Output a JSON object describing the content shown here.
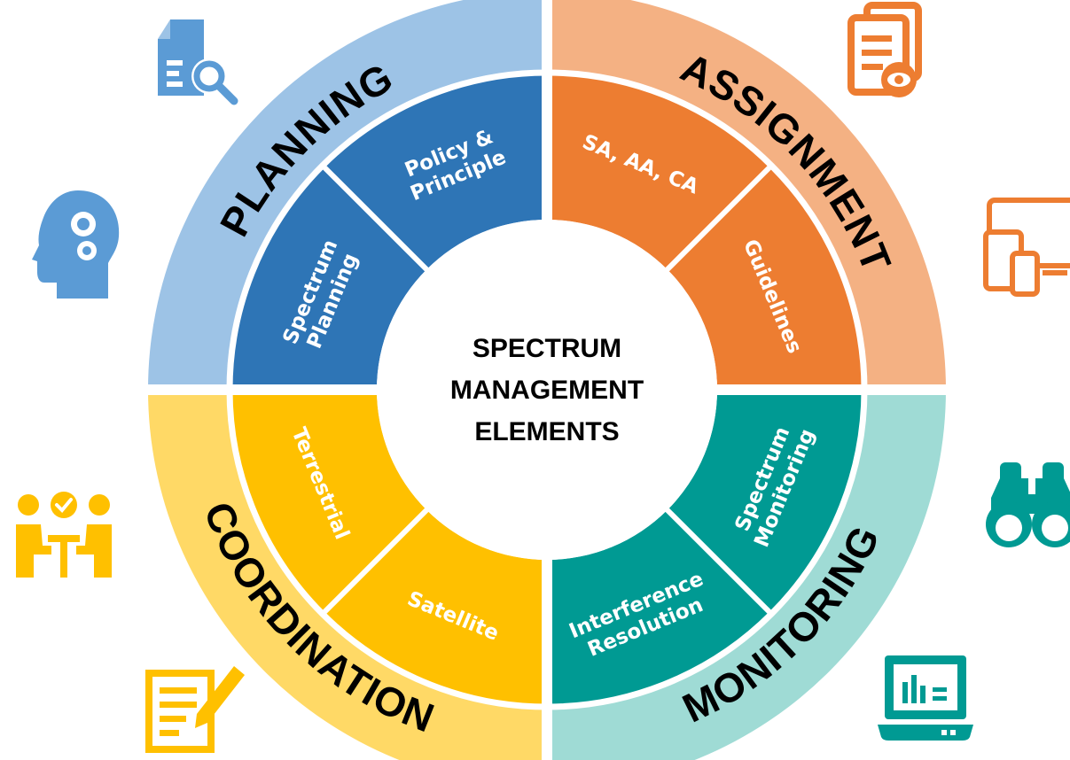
{
  "center": {
    "lines": [
      "SPECTRUM",
      "MANAGEMENT",
      "ELEMENTS"
    ]
  },
  "quadrants": [
    {
      "id": "planning",
      "label": "PLANNING",
      "outer_color": "#9DC3E6",
      "inner_color": "#2E75B6",
      "icon_color": "#5B9BD5",
      "segments": [
        {
          "lines": [
            "Spectrum",
            "Planning"
          ]
        },
        {
          "lines": [
            "Policy &",
            "Principle"
          ]
        }
      ],
      "icons": [
        "document-search-icon",
        "head-gears-icon"
      ]
    },
    {
      "id": "assignment",
      "label": "ASSIGNMENT",
      "outer_color": "#F4B183",
      "inner_color": "#ED7D31",
      "icon_color": "#ED7D31",
      "segments": [
        {
          "lines": [
            "SA, AA, CA"
          ]
        },
        {
          "lines": [
            "Guidelines"
          ]
        }
      ],
      "icons": [
        "document-view-icon",
        "devices-icon"
      ]
    },
    {
      "id": "monitoring",
      "label": "MONITORING",
      "outer_color": "#9FDBD5",
      "inner_color": "#009A93",
      "icon_color": "#009A93",
      "segments": [
        {
          "lines": [
            "Spectrum",
            "Monitoring"
          ]
        },
        {
          "lines": [
            "Interference",
            "Resolution"
          ]
        }
      ],
      "icons": [
        "binoculars-icon",
        "laptop-chart-icon"
      ]
    },
    {
      "id": "coordination",
      "label": "COORDINATION",
      "outer_color": "#FFD966",
      "inner_color": "#FFC000",
      "icon_color": "#FFC000",
      "segments": [
        {
          "lines": [
            "Satellite"
          ]
        },
        {
          "lines": [
            "Terrestrial"
          ]
        }
      ],
      "icons": [
        "meeting-people-icon",
        "document-pen-icon"
      ]
    }
  ]
}
